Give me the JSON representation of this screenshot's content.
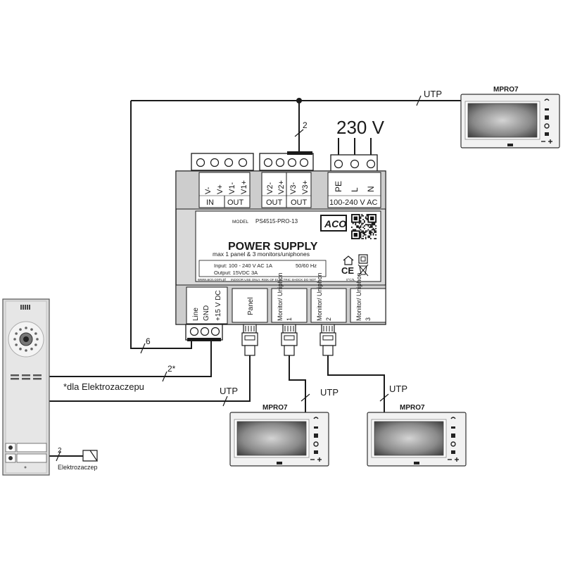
{
  "psu": {
    "model_label": "MODEL",
    "model": "PS4515-PRO-13",
    "brand": "ACO",
    "title": "POWER SUPPLY",
    "subtitle": "max 1 panel & 3 monitors/uniphones",
    "input": "Input: 100 - 240 V AC 1A",
    "freq": "50/60 Hz",
    "output": "Output: 15VDC 3A",
    "website": "www.aco.com.pl",
    "footer": "INDOOR USE ONLY. RISK OF ELECTRIC SHOCK DO NOT",
    "footer_code": "0°C/IL",
    "ce": "CE"
  },
  "top_terminals": {
    "left_labels": [
      "V-",
      "V+",
      "V1-",
      "V1+"
    ],
    "mid_labels": [
      "V2-",
      "V2+",
      "V3-",
      "V3+"
    ],
    "mains_labels": [
      "PE",
      "L",
      "N"
    ],
    "in": "IN",
    "out": "OUT",
    "out2": "OUT",
    "out3": "OUT",
    "mains_rating": "100-240 V AC"
  },
  "bottom_terminals": {
    "line": "Line",
    "gnd": "GND",
    "v15": "+15 V DC",
    "panel": "Panel",
    "monitor1": "Monitor/ Uniphon 1",
    "monitor2": "Monitor/ Uniphon 2",
    "monitor3": "Monitor/ Uniphon 3"
  },
  "labels": {
    "voltage": "230 V",
    "utp_top": "UTP",
    "utp_panel": "UTP",
    "utp_m2": "UTP",
    "utp_m3": "UTP",
    "wire_2_top": "2",
    "wire_6": "6",
    "wire_2_star": "2*",
    "wire_2_lock": "2",
    "note_lock": "*dla Elektrozaczepu",
    "lock": "Elektrozaczep"
  },
  "monitors": {
    "top": "MPRO7",
    "bottom_left": "MPRO7",
    "bottom_right": "MPRO7"
  }
}
